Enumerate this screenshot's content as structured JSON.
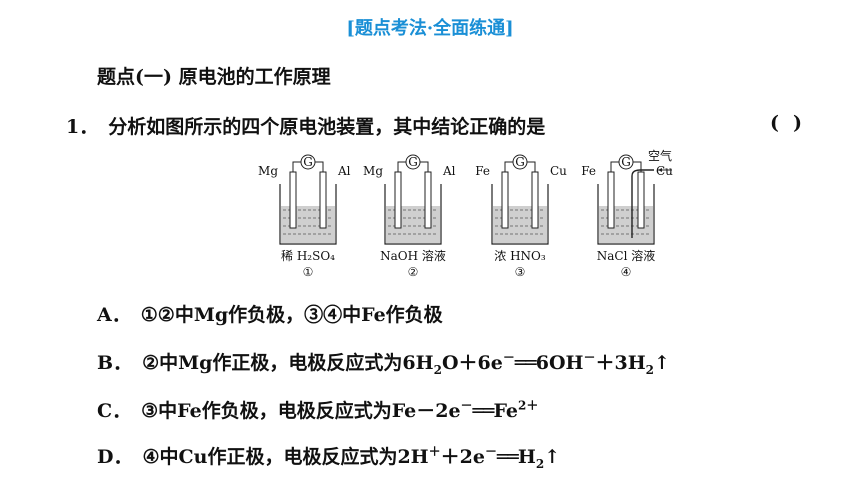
{
  "header": "[题点考法·全面练通]",
  "section_title": "题点(一) 原电池的工作原理",
  "question": {
    "number": "1．",
    "stem": "分析如图所示的四个原电池装置，其中结论正确的是",
    "paren": "()"
  },
  "figure": {
    "galvanometer": "G",
    "air_label": "空气",
    "cells": [
      {
        "left": "Mg",
        "right": "Al",
        "solution": "稀 H₂SO₄",
        "index": "①"
      },
      {
        "left": "Mg",
        "right": "Al",
        "solution": "NaOH 溶液",
        "index": "②"
      },
      {
        "left": "Fe",
        "right": "Cu",
        "solution": "浓 HNO₃",
        "index": "③"
      },
      {
        "left": "Fe",
        "right": "Cu",
        "solution": "NaCl 溶液",
        "index": "④"
      }
    ]
  },
  "options": {
    "A": {
      "letter": "A．",
      "text": "①②中Mg作负极，③④中Fe作负极"
    },
    "B": {
      "letter": "B．",
      "text_pre": "②中Mg作正极，电极反应式为6H",
      "sub1": "2",
      "text_mid": "O＋6e",
      "sup1": "－",
      "eq": "══",
      "text_post": "6OH",
      "sup2": "－",
      "text_post2": "＋3H",
      "sub2": "2",
      "tail": "↑"
    },
    "C": {
      "letter": "C．",
      "text_pre": "③中Fe作负极，电极反应式为Fe－2e",
      "sup1": "－",
      "eq": "══",
      "text_post": "Fe",
      "sup2": "2＋"
    },
    "D": {
      "letter": "D．",
      "text_pre": "④中Cu作正极，电极反应式为2H",
      "sup1": "＋",
      "text_mid": "＋2e",
      "sup2": "－",
      "eq": "══",
      "text_post": "H",
      "sub1": "2",
      "tail": "↑"
    }
  }
}
